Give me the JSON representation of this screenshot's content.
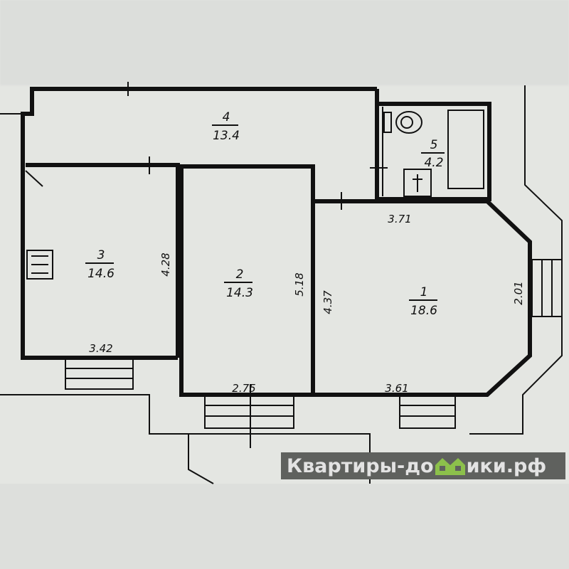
{
  "rooms": [
    {
      "number": "1",
      "area": "18.6"
    },
    {
      "number": "2",
      "area": "14.3"
    },
    {
      "number": "3",
      "area": "14.6"
    },
    {
      "number": "4",
      "area": "13.4"
    },
    {
      "number": "5",
      "area": "4.2"
    }
  ],
  "dimensions": {
    "room1_top": "3.71",
    "room1_bay": "2.01",
    "room1_left": "4.37",
    "room1_bottom": "3.61",
    "room2_right": "5.18",
    "room2_bottom": "2.75",
    "room3_right": "4.28",
    "room3_bottom": "3.42"
  },
  "watermark": {
    "text": "Квартиры-домики.рф",
    "prefix": "Квартиры-до",
    "suffix": "ики.рф",
    "logo_color": "#8cc04b"
  }
}
